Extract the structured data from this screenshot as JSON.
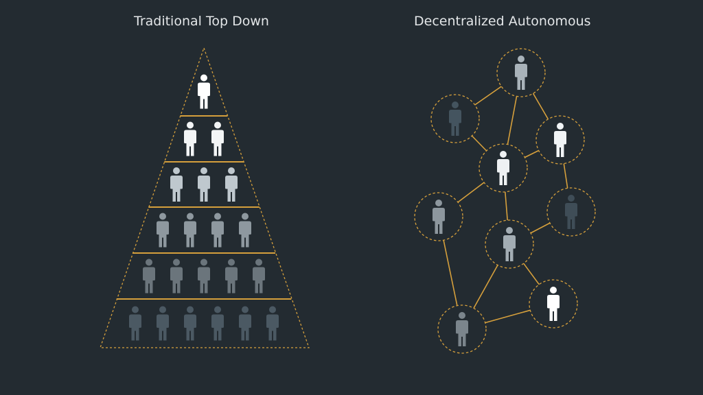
{
  "left_panel": {
    "title": "Traditional Top Down",
    "tiers": [
      {
        "count": 1,
        "color": "#ffffff"
      },
      {
        "count": 2,
        "color": "#f3f5f6"
      },
      {
        "count": 3,
        "color": "#bfc8ce"
      },
      {
        "count": 4,
        "color": "#8e989f"
      },
      {
        "count": 5,
        "color": "#6b757c"
      },
      {
        "count": 6,
        "color": "#4b5963"
      }
    ]
  },
  "right_panel": {
    "title": "Decentralized Autonomous",
    "nodes": [
      {
        "id": "n1",
        "color": "#a9b3ba"
      },
      {
        "id": "n2",
        "color": "#44545f"
      },
      {
        "id": "n3",
        "color": "#f1f4f6"
      },
      {
        "id": "n4",
        "color": "#eef1f3"
      },
      {
        "id": "n5",
        "color": "#8d979e"
      },
      {
        "id": "n6",
        "color": "#3f4d57"
      },
      {
        "id": "n7",
        "color": "#a3adb4"
      },
      {
        "id": "n8",
        "color": "#ffffff"
      },
      {
        "id": "n9",
        "color": "#7b858c"
      }
    ],
    "edges": [
      [
        "n1",
        "n2"
      ],
      [
        "n1",
        "n3"
      ],
      [
        "n1",
        "n4"
      ],
      [
        "n2",
        "n4"
      ],
      [
        "n3",
        "n4"
      ],
      [
        "n3",
        "n6"
      ],
      [
        "n4",
        "n5"
      ],
      [
        "n4",
        "n7"
      ],
      [
        "n5",
        "n9"
      ],
      [
        "n6",
        "n7"
      ],
      [
        "n7",
        "n8"
      ],
      [
        "n7",
        "n9"
      ],
      [
        "n8",
        "n9"
      ]
    ]
  },
  "colors": {
    "background": "#232b31",
    "accent": "#d6a03c",
    "title_text": "#e3e6e8"
  },
  "icons": {
    "person": "person-icon"
  }
}
